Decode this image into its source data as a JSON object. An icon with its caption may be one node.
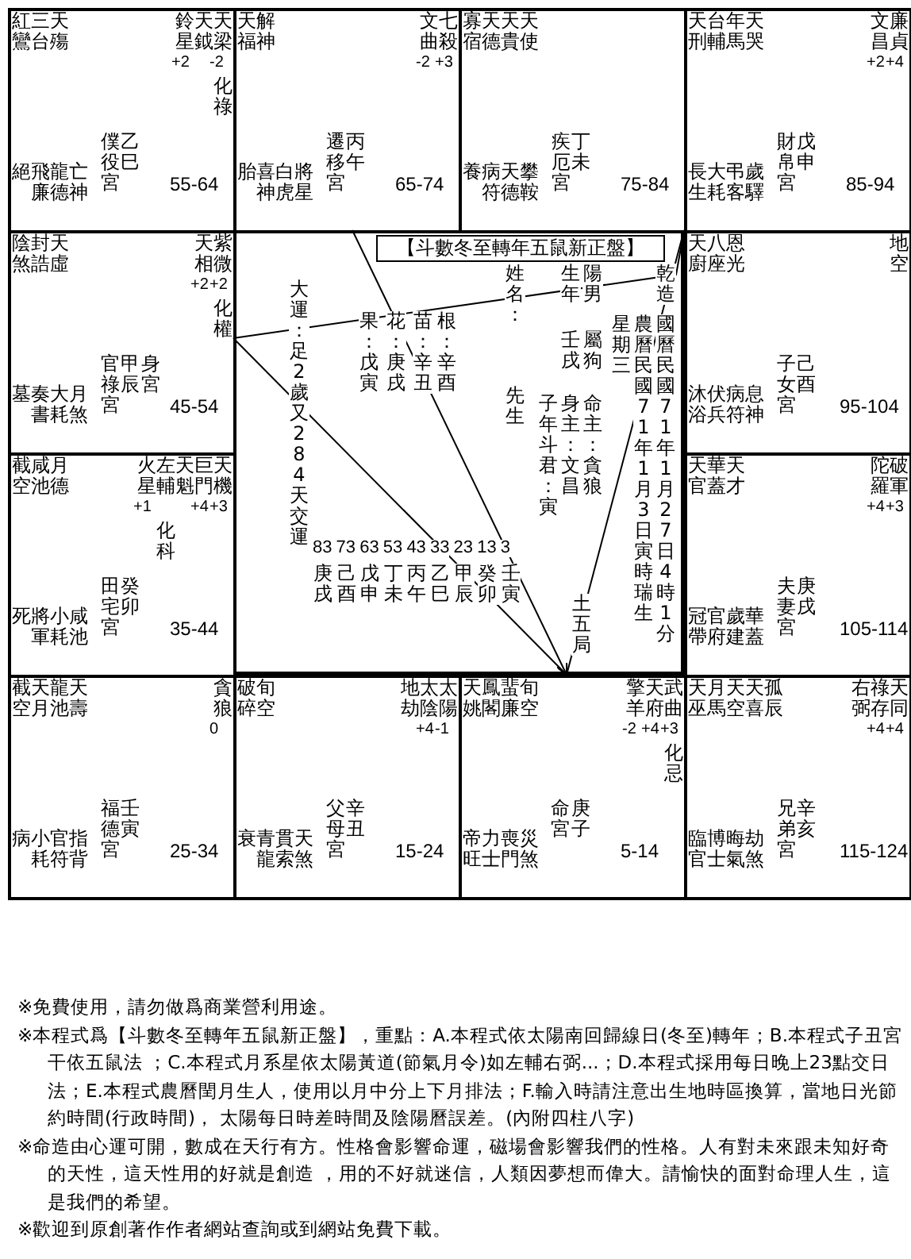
{
  "diagram": {
    "nodes": [
      {
        "text": [
          "紅鸞",
          "三台",
          "天殤",
          "鈴星",
          "天鉞",
          "天梁",
          "+2",
          "-2",
          "化祿",
          "絕",
          "飛廉",
          "龍德",
          "亡神",
          "僕役宮",
          "乙巳",
          "55-64"
        ]
      },
      {
        "text": [
          "天福",
          "解神",
          "文曲",
          "七殺",
          "-2",
          "+3",
          "胎",
          "喜神",
          "白虎",
          "將星",
          "遷移宮",
          "丙午",
          "65-74"
        ]
      },
      {
        "text": [
          "寡宿",
          "天德",
          "天貴",
          "天使",
          "養",
          "病符",
          "天德",
          "攀鞍",
          "疾厄宮",
          "丁未",
          "75-84"
        ]
      },
      {
        "text": [
          "天刑",
          "台輔",
          "年馬",
          "天哭",
          "文昌",
          "廉貞",
          "+2",
          "+4",
          "長生",
          "大耗",
          "弔客",
          "歲驛",
          "財帛宮",
          "戊申",
          "85-94"
        ]
      },
      {
        "text": [
          "陰煞",
          "封誥",
          "天虛",
          "天相",
          "紫微",
          "+2",
          "+2",
          "化權",
          "墓",
          "奏書",
          "大耗",
          "月煞",
          "官祿宮",
          "甲辰",
          "身宮",
          "45-54"
        ]
      },
      {
        "text": [
          "【斗數冬至轉年五鼠新正盤】"
        ]
      },
      {
        "text": [
          "天廚",
          "八座",
          "恩光",
          "地空",
          "沐浴",
          "伏兵",
          "病符",
          "息神",
          "子女宮",
          "己酉",
          "95-104"
        ]
      },
      {
        "text": [
          "截空",
          "咸池",
          "月德",
          "火星",
          "左輔",
          "天魁",
          "巨門",
          "天機",
          "+1",
          "化科",
          "+4",
          "+3",
          "死",
          "將軍",
          "小耗",
          "咸池",
          "田宅宮",
          "癸卯",
          "35-44"
        ]
      },
      {
        "text": [
          "天官",
          "華蓋",
          "天才",
          "陀羅",
          "破軍",
          "+4",
          "+3",
          "冠帶",
          "官府",
          "歲建",
          "華蓋",
          "夫妻宮",
          "庚戌",
          "105-114"
        ]
      },
      {
        "text": [
          "截空",
          "天月",
          "龍池",
          "天壽",
          "貪狼",
          "0",
          "病",
          "小耗",
          "官符",
          "指背",
          "福德宮",
          "壬寅",
          "25-34"
        ]
      },
      {
        "text": [
          "破碎",
          "旬空",
          "地劫",
          "太陰",
          "太陽",
          "+4",
          "-1",
          "衰",
          "青龍",
          "貫索",
          "天煞",
          "父母宮",
          "辛丑",
          "15-24"
        ]
      },
      {
        "text": [
          "天姚",
          "鳳閣",
          "蜚廉",
          "旬空",
          "擎羊",
          "天府",
          "武曲",
          "-2",
          "+4",
          "+3",
          "化忌",
          "帝旺",
          "力士",
          "喪門",
          "災煞",
          "命宮",
          "庚子",
          "5-14"
        ]
      },
      {
        "text": [
          "天巫",
          "月馬",
          "天空",
          "天喜",
          "孤辰",
          "右弼",
          "祿存",
          "天同",
          "+4",
          "+4",
          "臨官",
          "博士",
          "晦氣",
          "劫煞",
          "兄弟宮",
          "辛亥",
          "115-124"
        ]
      }
    ],
    "edges": [
      {
        "from": 4,
        "to": 3,
        "arrow": "none"
      },
      {
        "from": 4,
        "to": 11,
        "arrow": "none"
      },
      {
        "from": 3,
        "to": 11,
        "arrow": "none"
      },
      {
        "from": 1,
        "to": 11,
        "arrow": "to"
      }
    ],
    "labels": [
      "姓名：",
      "生年",
      "陽男",
      "乾造",
      "大運：足2歲又284天交運",
      "果：戊寅",
      "花：庚戌",
      "苗：辛丑",
      "根：辛酉",
      "星期三",
      "農曆民國71年1月3日寅時瑞生",
      "國曆民國71年1月27日4時1分",
      "壬戌",
      "屬狗",
      "先生",
      "子年斗君：寅",
      "身主：文昌",
      "命主：貪狼",
      "83",
      "73",
      "63",
      "53",
      "43",
      "33",
      "23",
      "13",
      "3",
      "庚戌",
      "己酉",
      "戊申",
      "丁未",
      "丙午",
      "乙巳",
      "甲辰",
      "癸卯",
      "壬寅",
      "土五局",
      "※免費使用，請勿做爲商業營利用途。",
      "※本程式爲【斗數冬至轉年五鼠新正盤】，重點：A.本程式依太陽南回歸線日(冬至)轉年；B.本程式子丑宮干依五鼠法 ；C.本程式月系星依太陽黃道(節氣月令)如左輔右弼...；D.本程式採用每日晚上23點交日法；E.本程式農曆閏月生人，使用以月中分上下月排法；F.輸入時請注意出生地時區換算，當地日光節約時間(行政時間)， 太陽每日時差時間及陰陽曆誤差。(內附四柱八字)",
      "※命造由心運可開，數成在天行有方。性格會影響命運，磁場會影響我們的性格。人有對未來跟未知好奇的天性，這天性用的好就是創造 ，用的不好就迷信，人類因夢想而偉大。請愉快的面對命理人生，這是我們的希望。",
      "※歡迎到原創著作作者網站查詢或到網站免費下載。"
    ]
  }
}
